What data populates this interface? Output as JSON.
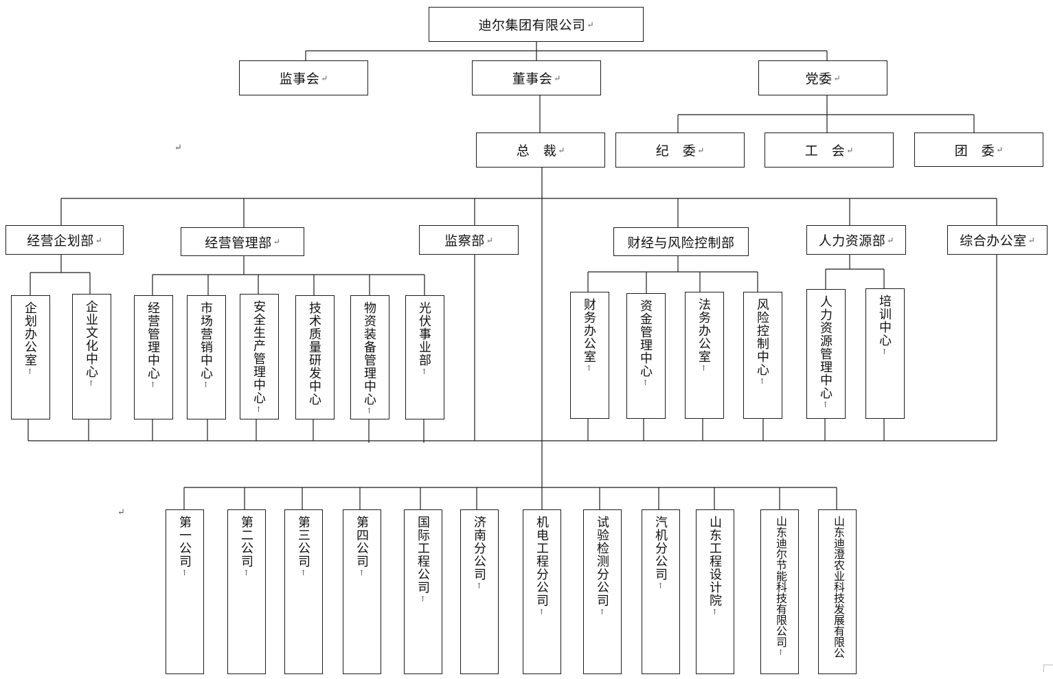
{
  "org": {
    "company": "迪尔集团有限公司",
    "supervisory": "监事会",
    "board": "董事会",
    "party": "党委",
    "president": "总　裁",
    "discipline": "纪　委",
    "union": "工　会",
    "youth": "团　委"
  },
  "departments": {
    "planning": "经营企划部",
    "management": "经营管理部",
    "supervision": "监察部",
    "finance": "财经与风险控制部",
    "hr": "人力资源部",
    "general": "综合办公室"
  },
  "sub_units": {
    "planning": [
      "企划办公室",
      "企业文化中心"
    ],
    "management": [
      "经营管理中心",
      "市场营销中心",
      "安全生产管理中心",
      "技术质量研发中心",
      "物资装备管理中心",
      "光伏事业部"
    ],
    "finance": [
      "财务办公室",
      "资金管理中心",
      "法务办公室",
      "风险控制中心"
    ],
    "hr": [
      "人力资源管理中心",
      "培训中心"
    ]
  },
  "companies": [
    "第一公司",
    "第二公司",
    "第三公司",
    "第四公司",
    "国际工程公司",
    "济南分公司",
    "机电工程分公司",
    "试验检测分公司",
    "汽机分公司",
    "山东工程设计院",
    "山东迪尔节能科技有限公司",
    "山东迪澄农业科技发展有限公"
  ],
  "marks": {
    "para": "↵",
    "cell": "↑"
  }
}
